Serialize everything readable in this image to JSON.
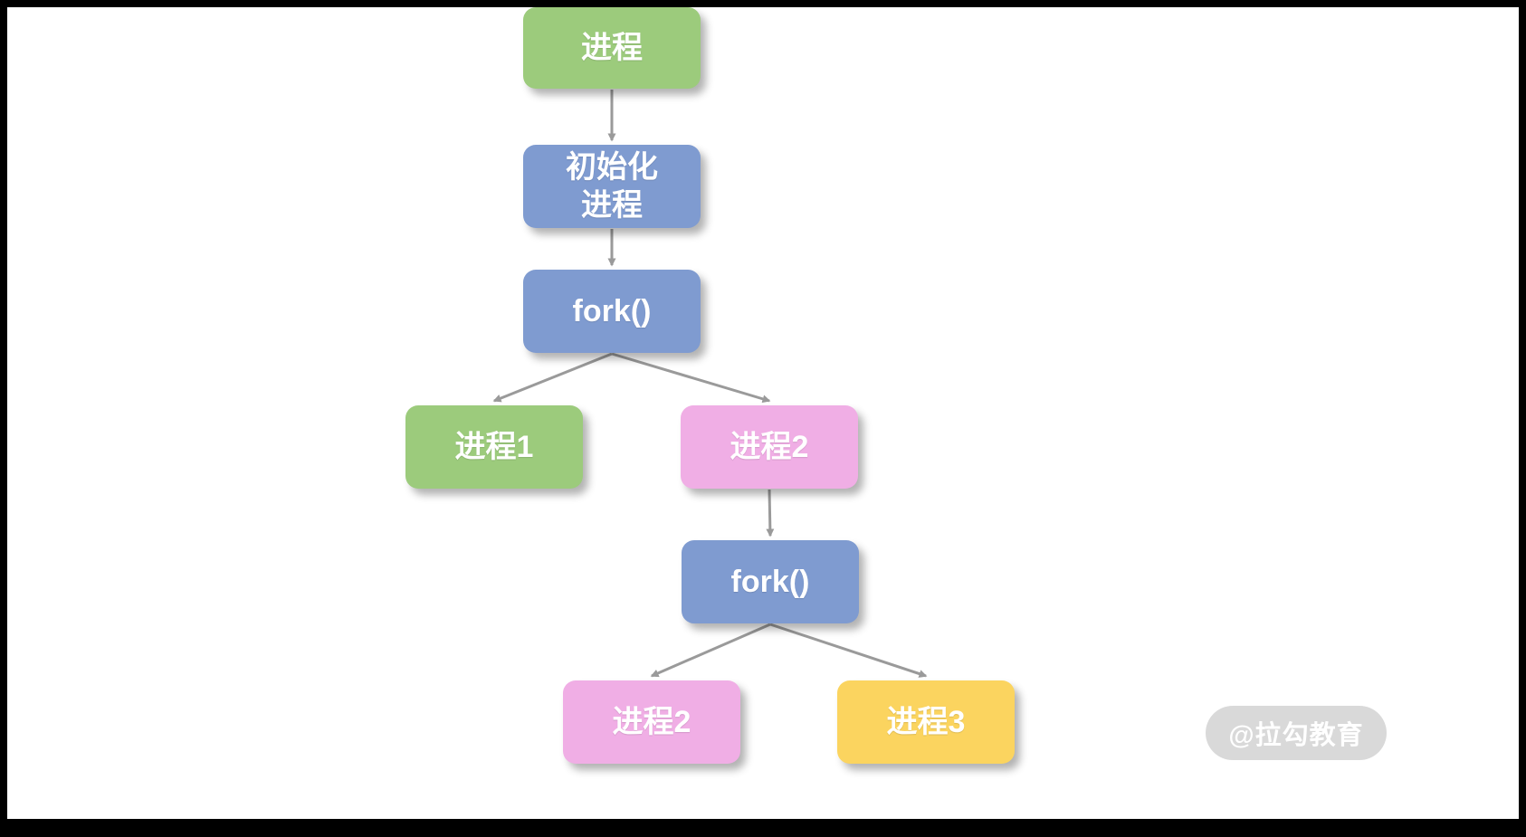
{
  "watermark": {
    "label": "@拉勾教育"
  },
  "colors": {
    "green": "#9ccb7c",
    "blue": "#7f9bd0",
    "orange": "#f0a express568",
    "yellow": "#fbd45f",
    "arrow": "#9a9a9a"
  },
  "diagram": {
    "type": "flowchart",
    "nodes": [
      {
        "id": "process-root",
        "label": "进程",
        "color": "green"
      },
      {
        "id": "init-process",
        "label": "初始化\n进程",
        "color": "blue"
      },
      {
        "id": "fork-1",
        "label": "fork()",
        "color": "blue"
      },
      {
        "id": "process-1",
        "label": "进程1",
        "color": "green"
      },
      {
        "id": "process-2",
        "label": "进程2",
        "color": "orange"
      },
      {
        "id": "fork-2",
        "label": "fork()",
        "color": "blue"
      },
      {
        "id": "process-2b",
        "label": "进程2",
        "color": "orange"
      },
      {
        "id": "process-3",
        "label": "进程3",
        "color": "yellow"
      }
    ],
    "edges": [
      {
        "from": "process-root",
        "to": "init-process"
      },
      {
        "from": "init-process",
        "to": "fork-1"
      },
      {
        "from": "fork-1",
        "to": "process-1"
      },
      {
        "from": "fork-1",
        "to": "process-2"
      },
      {
        "from": "process-2",
        "to": "fork-2"
      },
      {
        "from": "fork-2",
        "to": "process-2b"
      },
      {
        "from": "fork-2",
        "to": "process-3"
      }
    ]
  }
}
